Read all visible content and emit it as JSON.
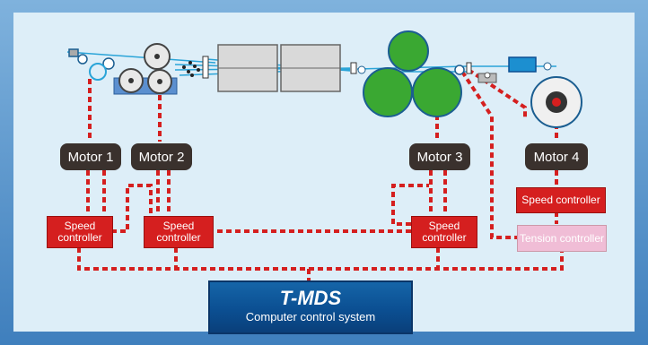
{
  "motors": [
    "Motor 1",
    "Motor 2",
    "Motor 3",
    "Motor 4"
  ],
  "controllers": {
    "speed_1": "Speed controller",
    "speed_2": "Speed controller",
    "speed_3": "Speed controller",
    "speed_4": "Speed controller",
    "tension": "Tension controller"
  },
  "system": {
    "name": "T-MDS",
    "subtitle": "Computer control system"
  },
  "colors": {
    "signal": "#d51f1f",
    "motor": "#3a312d",
    "roller_green": "#3aa832",
    "tmds_blue": "#0f5ea5"
  }
}
